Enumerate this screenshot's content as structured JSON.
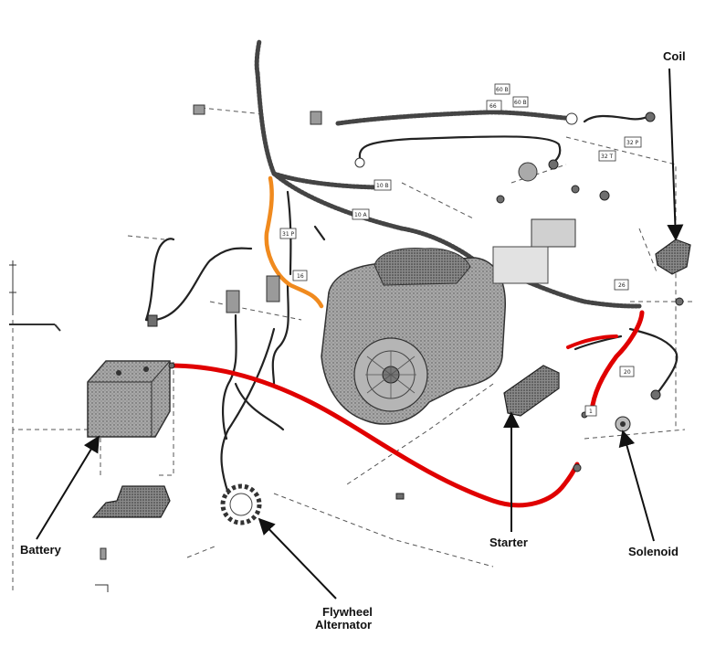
{
  "labels": {
    "coil": "Coil",
    "battery": "Battery",
    "starter": "Starter",
    "solenoid": "Solenoid",
    "flywheel_alternator_line1": "Flywheel",
    "flywheel_alternator_line2": "Alternator"
  },
  "wire_tags": {
    "t66": "66",
    "t60b": "60 B",
    "t60b2": "60 B",
    "t32p": "32 P",
    "t32t": "32 T",
    "t10b": "10 B",
    "t10a": "10 A",
    "t31p": "31 P",
    "t16": "16",
    "t26": "26",
    "t20": "20",
    "t1": "1"
  },
  "colors": {
    "battery_cable": "#e00000",
    "highlight_wire": "#f08a1e",
    "arrow": "#111111"
  }
}
